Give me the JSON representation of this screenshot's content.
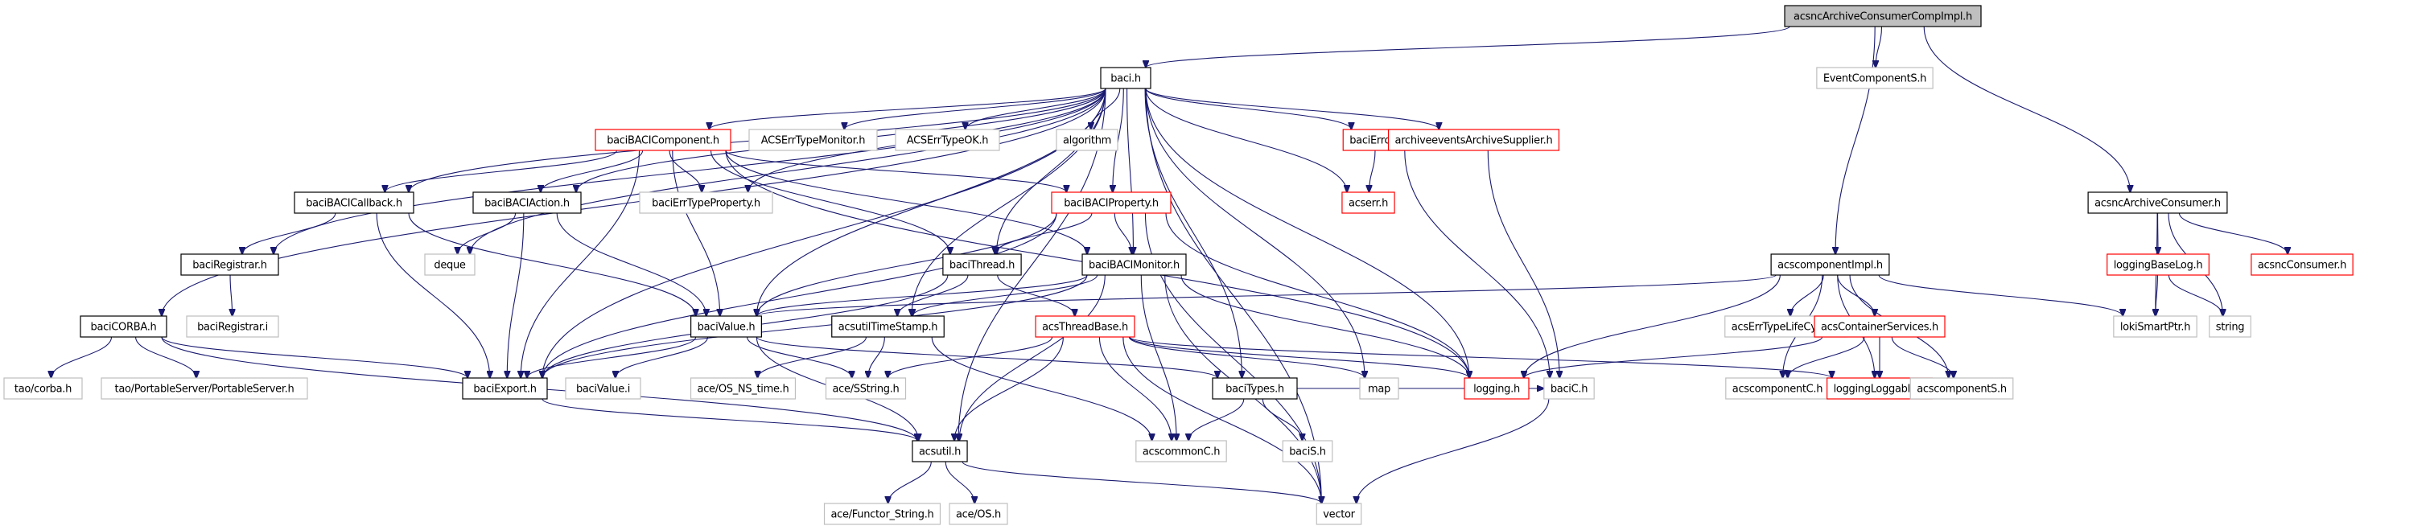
{
  "title": "acsncArchiveConsumerCompImpl.h include dependency graph",
  "colors": {
    "edge": "#191970",
    "root_fill": "#bfbfbf",
    "documented_border": "#000000",
    "truncated_border": "#ff0000",
    "external_border": "#bfbfbf"
  },
  "nodes": [
    {
      "id": "root",
      "label": "acsncArchiveConsumerCompImpl.h",
      "kind": "root"
    },
    {
      "id": "baci",
      "label": "baci.h",
      "kind": "documented"
    },
    {
      "id": "eventcompS",
      "label": "EventComponentS.h",
      "kind": "external"
    },
    {
      "id": "baciBACIComponent",
      "label": "baciBACIComponent.h",
      "kind": "truncated"
    },
    {
      "id": "ACSErrTypeMonitor",
      "label": "ACSErrTypeMonitor.h",
      "kind": "external"
    },
    {
      "id": "ACSErrTypeOK",
      "label": "ACSErrTypeOK.h",
      "kind": "external"
    },
    {
      "id": "algorithm",
      "label": "algorithm",
      "kind": "external"
    },
    {
      "id": "baciError",
      "label": "baciError.h",
      "kind": "truncated"
    },
    {
      "id": "archiveSupplier",
      "label": "archiveeventsArchiveSupplier.h",
      "kind": "truncated"
    },
    {
      "id": "baciBACICallback",
      "label": "baciBACICallback.h",
      "kind": "documented"
    },
    {
      "id": "baciBACIAction",
      "label": "baciBACIAction.h",
      "kind": "documented"
    },
    {
      "id": "baciErrTypeProperty",
      "label": "baciErrTypeProperty.h",
      "kind": "external"
    },
    {
      "id": "baciBACIProperty",
      "label": "baciBACIProperty.h",
      "kind": "truncated"
    },
    {
      "id": "acserr",
      "label": "acserr.h",
      "kind": "truncated"
    },
    {
      "id": "acsncArchiveConsumer",
      "label": "acsncArchiveConsumer.h",
      "kind": "documented"
    },
    {
      "id": "baciRegistrar",
      "label": "baciRegistrar.h",
      "kind": "documented"
    },
    {
      "id": "deque",
      "label": "deque",
      "kind": "external"
    },
    {
      "id": "baciThread",
      "label": "baciThread.h",
      "kind": "documented"
    },
    {
      "id": "baciBACIMonitor",
      "label": "baciBACIMonitor.h",
      "kind": "documented"
    },
    {
      "id": "acscomponentImpl",
      "label": "acscomponentImpl.h",
      "kind": "documented"
    },
    {
      "id": "loggingBaseLog",
      "label": "loggingBaseLog.h",
      "kind": "truncated"
    },
    {
      "id": "acsncConsumer",
      "label": "acsncConsumer.h",
      "kind": "truncated"
    },
    {
      "id": "baciCORBA",
      "label": "baciCORBA.h",
      "kind": "documented"
    },
    {
      "id": "baciRegistrarI",
      "label": "baciRegistrar.i",
      "kind": "external"
    },
    {
      "id": "baciValue",
      "label": "baciValue.h",
      "kind": "documented"
    },
    {
      "id": "acsutilTimeStamp",
      "label": "acsutilTimeStamp.h",
      "kind": "documented"
    },
    {
      "id": "acsThreadBase",
      "label": "acsThreadBase.h",
      "kind": "truncated"
    },
    {
      "id": "acsErrTypeLifeCycle",
      "label": "acsErrTypeLifeCycle.h",
      "kind": "external"
    },
    {
      "id": "acsContainerServices",
      "label": "acsContainerServices.h",
      "kind": "truncated"
    },
    {
      "id": "lokiSmartPtr",
      "label": "lokiSmartPtr.h",
      "kind": "external"
    },
    {
      "id": "string",
      "label": "string",
      "kind": "external"
    },
    {
      "id": "taoCorba",
      "label": "tao/corba.h",
      "kind": "external"
    },
    {
      "id": "taoPortableServer",
      "label": "tao/PortableServer/PortableServer.h",
      "kind": "external"
    },
    {
      "id": "baciExport",
      "label": "baciExport.h",
      "kind": "documented"
    },
    {
      "id": "baciValueI",
      "label": "baciValue.i",
      "kind": "external"
    },
    {
      "id": "aceOSNStime",
      "label": "ace/OS_NS_time.h",
      "kind": "external"
    },
    {
      "id": "aceSString",
      "label": "ace/SString.h",
      "kind": "external"
    },
    {
      "id": "baciTypes",
      "label": "baciTypes.h",
      "kind": "documented"
    },
    {
      "id": "map",
      "label": "map",
      "kind": "external"
    },
    {
      "id": "logging",
      "label": "logging.h",
      "kind": "truncated"
    },
    {
      "id": "baciC",
      "label": "baciC.h",
      "kind": "external"
    },
    {
      "id": "acscomponentC",
      "label": "acscomponentC.h",
      "kind": "external"
    },
    {
      "id": "loggingLoggable",
      "label": "loggingLoggable.h",
      "kind": "truncated"
    },
    {
      "id": "acscomponentS",
      "label": "acscomponentS.h",
      "kind": "external"
    },
    {
      "id": "acsutil",
      "label": "acsutil.h",
      "kind": "documented"
    },
    {
      "id": "acscommonC",
      "label": "acscommonC.h",
      "kind": "external"
    },
    {
      "id": "baciS",
      "label": "baciS.h",
      "kind": "external"
    },
    {
      "id": "aceFunctorString",
      "label": "ace/Functor_String.h",
      "kind": "external"
    },
    {
      "id": "aceOS",
      "label": "ace/OS.h",
      "kind": "external"
    },
    {
      "id": "vector",
      "label": "vector",
      "kind": "external"
    }
  ],
  "edges": [
    [
      "root",
      "baci"
    ],
    [
      "root",
      "eventcompS"
    ],
    [
      "root",
      "acscomponentImpl"
    ],
    [
      "root",
      "acsncArchiveConsumer"
    ],
    [
      "baci",
      "baciBACIComponent"
    ],
    [
      "baci",
      "ACSErrTypeMonitor"
    ],
    [
      "baci",
      "ACSErrTypeOK"
    ],
    [
      "baci",
      "algorithm"
    ],
    [
      "baci",
      "baciError"
    ],
    [
      "baci",
      "archiveSupplier"
    ],
    [
      "baci",
      "baciBACICallback"
    ],
    [
      "baci",
      "baciBACIAction"
    ],
    [
      "baci",
      "baciErrTypeProperty"
    ],
    [
      "baci",
      "baciBACIProperty"
    ],
    [
      "baci",
      "acserr"
    ],
    [
      "baci",
      "baciRegistrar"
    ],
    [
      "baci",
      "deque"
    ],
    [
      "baci",
      "baciThread"
    ],
    [
      "baci",
      "baciBACIMonitor"
    ],
    [
      "baci",
      "baciCORBA"
    ],
    [
      "baci",
      "baciValue"
    ],
    [
      "baci",
      "acsutilTimeStamp"
    ],
    [
      "baci",
      "baciExport"
    ],
    [
      "baci",
      "baciTypes"
    ],
    [
      "baci",
      "map"
    ],
    [
      "baci",
      "logging"
    ],
    [
      "baci",
      "acsutil"
    ],
    [
      "baci",
      "vector"
    ],
    [
      "baciBACIComponent",
      "baciBACICallback"
    ],
    [
      "baciBACIComponent",
      "baciBACIAction"
    ],
    [
      "baciBACIComponent",
      "baciErrTypeProperty"
    ],
    [
      "baciBACIComponent",
      "baciBACIProperty"
    ],
    [
      "baciBACIComponent",
      "baciThread"
    ],
    [
      "baciBACIComponent",
      "baciBACIMonitor"
    ],
    [
      "baciBACIComponent",
      "baciValue"
    ],
    [
      "baciBACIComponent",
      "baciExport"
    ],
    [
      "baciBACIComponent",
      "logging"
    ],
    [
      "baciError",
      "acserr"
    ],
    [
      "baciError",
      "baciC"
    ],
    [
      "archiveSupplier",
      "baciC"
    ],
    [
      "baciBACICallback",
      "baciRegistrar"
    ],
    [
      "baciBACICallback",
      "baciExport"
    ],
    [
      "baciBACICallback",
      "baciValue"
    ],
    [
      "baciBACIAction",
      "deque"
    ],
    [
      "baciBACIAction",
      "baciExport"
    ],
    [
      "baciBACIAction",
      "baciValue"
    ],
    [
      "baciBACIProperty",
      "baciThread"
    ],
    [
      "baciBACIProperty",
      "baciBACIMonitor"
    ],
    [
      "baciBACIProperty",
      "baciExport"
    ],
    [
      "baciBACIProperty",
      "logging"
    ],
    [
      "baciBACIProperty",
      "vector"
    ],
    [
      "baciBACIProperty",
      "baciValue"
    ],
    [
      "acsncArchiveConsumer",
      "loggingBaseLog"
    ],
    [
      "acsncArchiveConsumer",
      "acsncConsumer"
    ],
    [
      "acsncArchiveConsumer",
      "lokiSmartPtr"
    ],
    [
      "acsncArchiveConsumer",
      "string"
    ],
    [
      "baciRegistrar",
      "baciRegistrarI"
    ],
    [
      "baciThread",
      "acsutilTimeStamp"
    ],
    [
      "baciThread",
      "acsThreadBase"
    ],
    [
      "baciThread",
      "baciExport"
    ],
    [
      "baciBACIMonitor",
      "baciValue"
    ],
    [
      "baciBACIMonitor",
      "acsutilTimeStamp"
    ],
    [
      "baciBACIMonitor",
      "baciExport"
    ],
    [
      "baciBACIMonitor",
      "acscommonC"
    ],
    [
      "baciBACIMonitor",
      "logging"
    ],
    [
      "baciBACIMonitor",
      "vector"
    ],
    [
      "baciBACIMonitor",
      "acsutil"
    ],
    [
      "acscomponentImpl",
      "acsErrTypeLifeCycle"
    ],
    [
      "acscomponentImpl",
      "acsContainerServices"
    ],
    [
      "acscomponentImpl",
      "lokiSmartPtr"
    ],
    [
      "acscomponentImpl",
      "acscomponentC"
    ],
    [
      "acscomponentImpl",
      "loggingLoggable"
    ],
    [
      "acscomponentImpl",
      "acscomponentS"
    ],
    [
      "acscomponentImpl",
      "logging"
    ],
    [
      "acscomponentImpl",
      "baciValue"
    ],
    [
      "loggingBaseLog",
      "lokiSmartPtr"
    ],
    [
      "loggingBaseLog",
      "string"
    ],
    [
      "baciCORBA",
      "taoCorba"
    ],
    [
      "baciCORBA",
      "taoPortableServer"
    ],
    [
      "baciCORBA",
      "baciExport"
    ],
    [
      "baciCORBA",
      "acsutil"
    ],
    [
      "baciValue",
      "baciExport"
    ],
    [
      "baciValue",
      "baciValueI"
    ],
    [
      "baciValue",
      "aceSString"
    ],
    [
      "baciValue",
      "acsutil"
    ],
    [
      "baciValue",
      "baciTypes"
    ],
    [
      "acsutilTimeStamp",
      "aceOSNStime"
    ],
    [
      "acsutilTimeStamp",
      "aceSString"
    ],
    [
      "acsutilTimeStamp",
      "acscommonC"
    ],
    [
      "acsThreadBase",
      "aceSString"
    ],
    [
      "acsThreadBase",
      "acsutil"
    ],
    [
      "acsThreadBase",
      "acscommonC"
    ],
    [
      "acsThreadBase",
      "map"
    ],
    [
      "acsThreadBase",
      "logging"
    ],
    [
      "acsThreadBase",
      "loggingLoggable"
    ],
    [
      "acsThreadBase",
      "vector"
    ],
    [
      "acsContainerServices",
      "acscomponentC"
    ],
    [
      "acsContainerServices",
      "loggingLoggable"
    ],
    [
      "acsContainerServices",
      "acscomponentS"
    ],
    [
      "acsContainerServices",
      "logging"
    ],
    [
      "baciExport",
      "acsutil"
    ],
    [
      "baciTypes",
      "acscommonC"
    ],
    [
      "baciTypes",
      "baciS"
    ],
    [
      "baciTypes",
      "baciC"
    ],
    [
      "acsutil",
      "aceFunctorString"
    ],
    [
      "acsutil",
      "aceOS"
    ],
    [
      "acsutil",
      "vector"
    ],
    [
      "baciC",
      "vector"
    ]
  ]
}
